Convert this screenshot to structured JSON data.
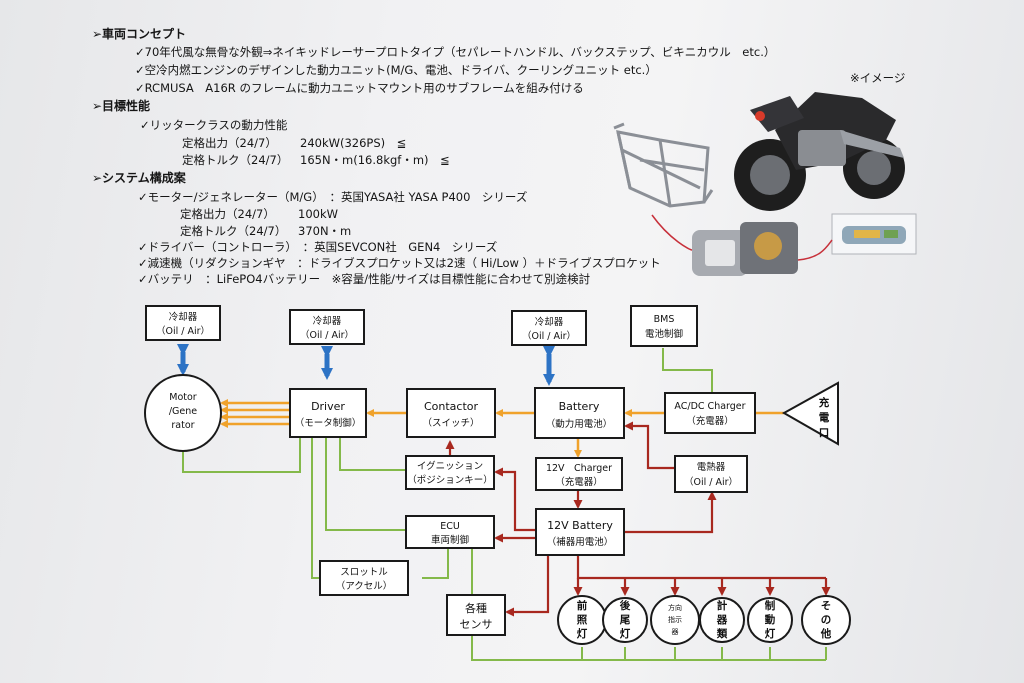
{
  "concept": {
    "title": "➢車両コンセプト",
    "items": [
      "✓70年代風な無骨な外観⇒ネイキッドレーサープロトタイプ（セパレートハンドル、バックステップ、ビキニカウル　etc.）",
      "✓空冷内燃エンジンのデザインした動力ユニット(M/G、電池、ドライバ、クーリングユニット etc.）",
      "✓RCMUSA　A16R のフレームに動力ユニットマウント用のサブフレームを組み付ける"
    ]
  },
  "performance": {
    "title": "➢目標性能",
    "item": "✓リッタークラスの動力性能",
    "rows": [
      {
        "label": "定格出力（24/7）",
        "value": "240kW(326PS)　≦"
      },
      {
        "label": "定格トルク（24/7）",
        "value": "165N・m(16.8kgf・m)　≦"
      }
    ]
  },
  "system": {
    "title": "➢システム構成案",
    "motor": "✓モーター/ジェネレーター（M/G）　：英国YASA社 YASA P400　シリーズ",
    "motor_rows": [
      {
        "label": "定格出力（24/7）",
        "value": "100kW"
      },
      {
        "label": "定格トルク（24/7）",
        "value": "370N・m"
      }
    ],
    "driver": "✓ドライバー（コントローラ）　：英国SEVCON社　GEN4　シリーズ",
    "reducer": "✓減速機（リダクションギヤ　：ドライブスプロケット又は2速（ Hi/Low ）＋ドライブスプロケット",
    "battery": "✓バッテリ　：LiFePO4バッテリー　※容量/性能/サイズは目標性能に合わせて別途検討"
  },
  "image_note": "※イメージ",
  "colors": {
    "power": "#f0a22b",
    "low_voltage": "#a8281f",
    "signal": "#84b94a",
    "cooling": "#2d73c5"
  },
  "diagram": {
    "cooler_motor": [
      "冷却器",
      "（Oil / Air）"
    ],
    "cooler_driver": [
      "冷却器",
      "（Oil / Air）"
    ],
    "cooler_battery": [
      "冷却器",
      "（Oil / Air）"
    ],
    "bms": [
      "BMS",
      "電池制御"
    ],
    "motor": [
      "Motor",
      "/Gene",
      "rator"
    ],
    "driver": [
      "Driver",
      "（モータ制御）"
    ],
    "contactor": [
      "Contactor",
      "（スイッチ）"
    ],
    "battery": [
      "Battery",
      "（動力用電池）"
    ],
    "acdc_charger": [
      "AC/DC Charger",
      "（充電器）"
    ],
    "inlet": [
      "充",
      "電",
      "口"
    ],
    "ignition": [
      "イグニッション",
      "（ポジションキー）"
    ],
    "charger_12v": [
      "12V　Charger",
      "（充電器）"
    ],
    "heater": [
      "電熱器",
      "（Oil / Air）"
    ],
    "ecu": [
      "ECU",
      "車両制御"
    ],
    "battery_12v": [
      "12V Battery",
      "（補器用電池）"
    ],
    "throttle": [
      "スロットル",
      "（アクセル）"
    ],
    "sensors": [
      "各種",
      "センサ"
    ],
    "lamps": [
      [
        "前",
        "照",
        "灯"
      ],
      [
        "後",
        "尾",
        "灯"
      ],
      [
        "方向",
        "指示",
        "器"
      ],
      [
        "計",
        "器",
        "類"
      ],
      [
        "制",
        "動",
        "灯"
      ],
      [
        "そ",
        "の",
        "他"
      ]
    ]
  }
}
